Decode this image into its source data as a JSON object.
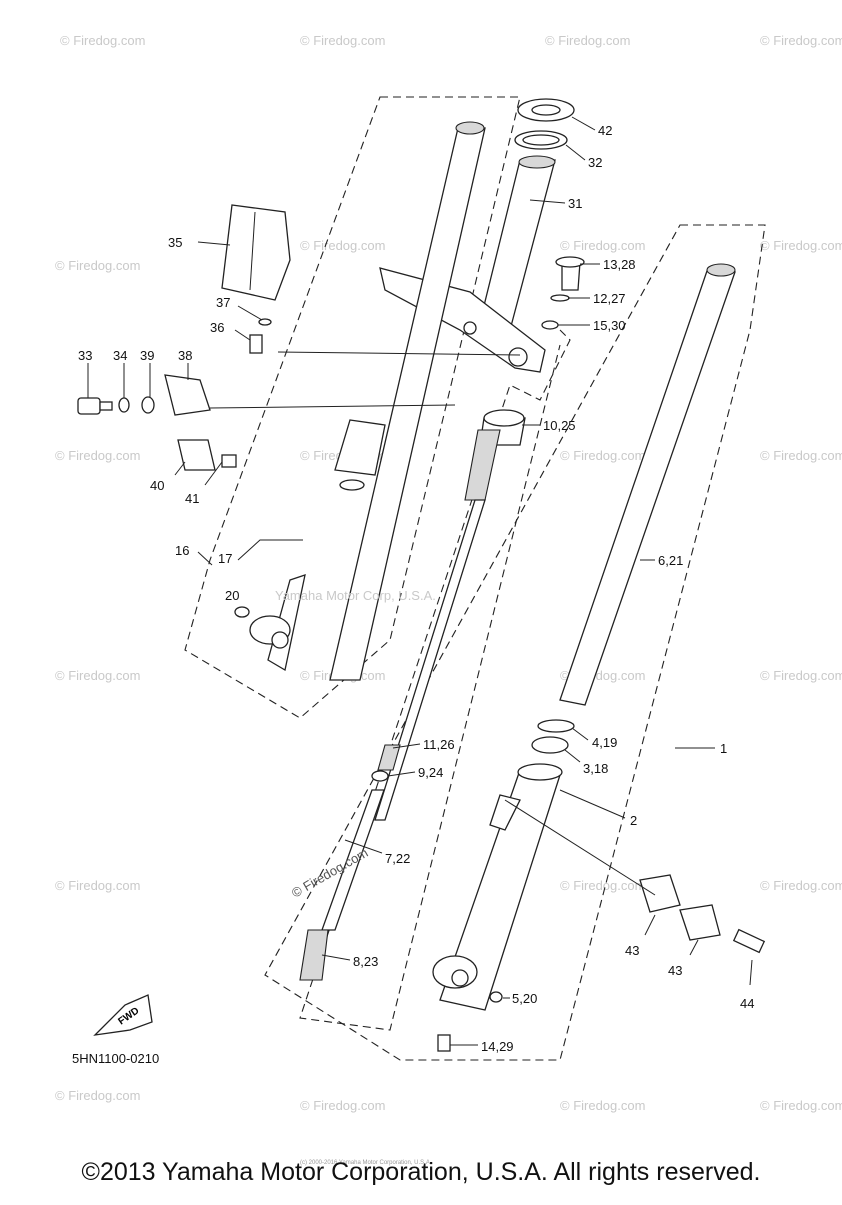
{
  "diagram": {
    "code": "5HN1100-0210",
    "fwd_label": "FWD",
    "center_watermark": "Yamaha Motor Corp, U.S.A.",
    "site_watermark": "© Firedog.com",
    "tile_watermark": "© Firedog.com",
    "callouts": [
      "42",
      "32",
      "31",
      "13,28",
      "12,27",
      "15,30",
      "10,25",
      "6,21",
      "35",
      "37",
      "36",
      "33",
      "34",
      "39",
      "38",
      "40",
      "41",
      "16",
      "17",
      "20",
      "1",
      "4,19",
      "3,18",
      "2",
      "11,26",
      "9,24",
      "7,22",
      "8,23",
      "43",
      "43",
      "44",
      "5,20",
      "14,29"
    ]
  },
  "footer": {
    "copyright": "©2013 Yamaha Motor Corporation, U.S.A. All rights reserved.",
    "fineprint": "(c) 2000-2016 Yamaha Motor Corporation, U.S.A."
  }
}
